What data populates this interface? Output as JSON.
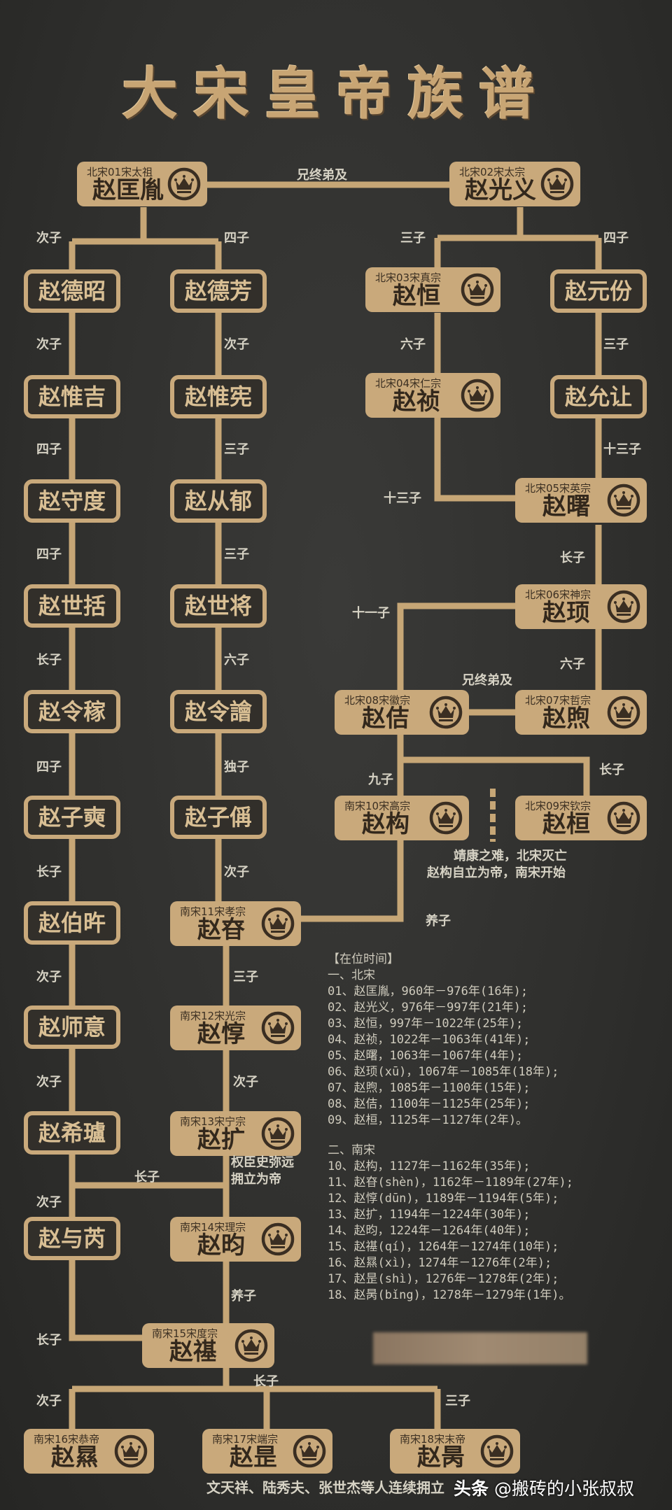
{
  "title": "大宋皇帝族谱",
  "emperors": [
    {
      "sub": "北宋01宋太祖",
      "name": "赵匡胤"
    },
    {
      "sub": "北宋02宋太宗",
      "name": "赵光义"
    },
    {
      "sub": "北宋03宋真宗",
      "name": "赵恒"
    },
    {
      "sub": "北宋04宋仁宗",
      "name": "赵祯"
    },
    {
      "sub": "北宋05宋英宗",
      "name": "赵曙"
    },
    {
      "sub": "北宋06宋神宗",
      "name": "赵顼"
    },
    {
      "sub": "北宋07宋哲宗",
      "name": "赵煦"
    },
    {
      "sub": "北宋08宋徽宗",
      "name": "赵佶"
    },
    {
      "sub": "北宋09宋钦宗",
      "name": "赵桓"
    },
    {
      "sub": "南宋10宋高宗",
      "name": "赵构"
    },
    {
      "sub": "南宋11宋孝宗",
      "name": "赵昚"
    },
    {
      "sub": "南宋12宋光宗",
      "name": "赵惇"
    },
    {
      "sub": "南宋13宋宁宗",
      "name": "赵扩"
    },
    {
      "sub": "南宋14宋理宗",
      "name": "赵昀"
    },
    {
      "sub": "南宋15宋度宗",
      "name": "赵禥"
    },
    {
      "sub": "南宋16宋恭帝",
      "name": "赵㬎"
    },
    {
      "sub": "南宋17宋端宗",
      "name": "赵昰"
    },
    {
      "sub": "南宋18宋末帝",
      "name": "赵昺"
    }
  ],
  "lineage_a": [
    "赵德昭",
    "赵惟吉",
    "赵守度",
    "赵世括",
    "赵令稼",
    "赵子奭",
    "赵伯旿",
    "赵师意",
    "赵希瓐",
    "赵与芮"
  ],
  "lineage_b": [
    "赵德芳",
    "赵惟宪",
    "赵从郁",
    "赵世将",
    "赵令譮",
    "赵子偁"
  ],
  "lineage_c": [
    "赵元份",
    "赵允让"
  ],
  "relations": [
    "兄终弟及",
    "次子",
    "四子",
    "三子",
    "四子",
    "次子",
    "次子",
    "六子",
    "三子",
    "四子",
    "三子",
    "十三子",
    "十三子",
    "四子",
    "三子",
    "长子",
    "十一子",
    "长子",
    "六子",
    "六子",
    "兄终弟及",
    "四子",
    "独子",
    "长子",
    "九子",
    "长子",
    "次子",
    "养子",
    "次子",
    "三子",
    "次子",
    "次子",
    "长子",
    "次子",
    "养子",
    "长子",
    "长子",
    "次子",
    "三子"
  ],
  "notes": {
    "jingkang_1": "靖康之难，北宋灭亡",
    "jingkang_2": "赵构自立为帝，南宋开始",
    "shimiyuan_1": "权臣史弥远",
    "shimiyuan_2": "拥立为帝",
    "final": "文天祥、陆秀夫、张世杰等人连续拥立"
  },
  "reign": {
    "header": "【在位时间】",
    "north_title": "一、北宋",
    "north": [
      "01、赵匡胤，960年－976年(16年);",
      "02、赵光义，976年－997年(21年);",
      "03、赵恒，997年－1022年(25年);",
      "04、赵祯，1022年－1063年(41年);",
      "05、赵曙，1063年－1067年(4年);",
      "06、赵顼(xū)，1067年－1085年(18年);",
      "07、赵煦，1085年－1100年(15年);",
      "08、赵佶，1100年－1125年(25年);",
      "09、赵桓，1125年－1127年(2年)。"
    ],
    "south_title": "二、南宋",
    "south": [
      "10、赵构，1127年－1162年(35年);",
      "11、赵昚(shèn)，1162年－1189年(27年);",
      "12、赵惇(dūn)，1189年－1194年(5年);",
      "13、赵扩，1194年－1224年(30年);",
      "14、赵昀，1224年－1264年(40年);",
      "15、赵禥(qí)，1264年－1274年(10年);",
      "16、赵㬎(xì)，1274年－1276年(2年);",
      "17、赵昰(shì)，1276年－1278年(2年);",
      "18、赵昺(bǐng)，1278年－1279年(1年)。"
    ]
  },
  "watermark": {
    "brand": "头条",
    "handle": "@搬砖的小张叔叔"
  },
  "colors": {
    "background": "#2f2f2d",
    "node": "#c9a97b",
    "label": "#d6d2c4"
  }
}
